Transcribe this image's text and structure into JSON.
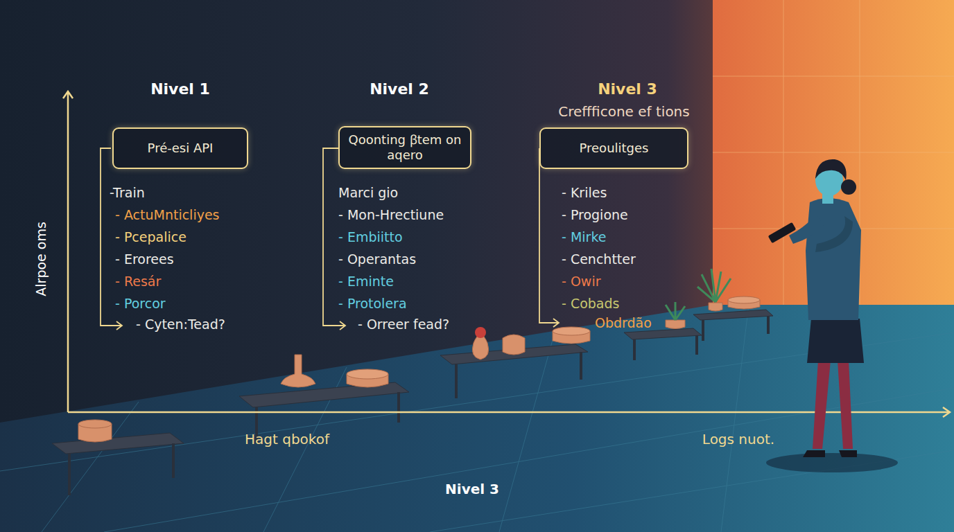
{
  "diagram": {
    "nodes": [
      {
        "text": [
          "Pré-esi API"
        ]
      },
      {
        "text": [
          "Qoonting ꞵtem on aqero"
        ]
      },
      {
        "text": [
          "Preoulitges"
        ]
      }
    ],
    "labels": [
      "Nivel 1",
      "Nivel 2",
      "Nivel 3",
      "Creffficone ef tions",
      "-Train",
      "- ActuMnticliyes",
      "- Pcepalice",
      "- Erorees",
      "- Resár",
      "- Porcor",
      "- Cyten:Tead?",
      "Marci gio",
      "- Mon-Hrectiune",
      "- Embiitto",
      "- Operantas",
      "- Eminte",
      "- Protolera",
      "- Orreer fead?",
      "- Kriles",
      "- Progione",
      "- Mirke",
      "- Cenchtter",
      "- Owir",
      "- Cobads",
      "Obdrdão",
      "Alrpoe oms",
      "Hagt qbokof",
      "Logs nuot.",
      "Nivel 3"
    ]
  }
}
